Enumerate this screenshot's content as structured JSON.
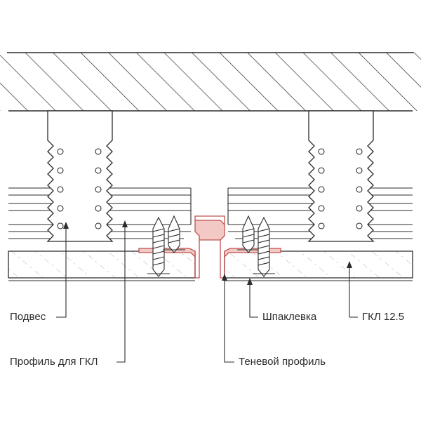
{
  "labels": {
    "hanger": "Подвес",
    "gkl_profile": "Профиль для ГКЛ",
    "putty": "Шпаклевка",
    "gkl_board": "ГКЛ 12.5",
    "shadow_profile": "Теневой профиль"
  },
  "colors": {
    "line": "#2b2b2b",
    "shadow_profile": "#c0504d",
    "background": "#ffffff"
  }
}
